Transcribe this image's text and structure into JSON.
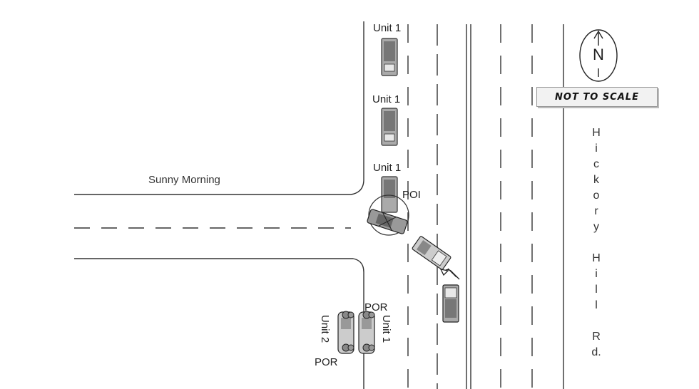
{
  "labels": {
    "unit1_a": "Unit 1",
    "unit1_b": "Unit 1",
    "unit1_c": "Unit 1",
    "poi": "POI",
    "por_unit1": "POR",
    "unit1_rest": "Unit 1",
    "unit2_rest": "Unit 2",
    "por_unit2": "POR"
  },
  "streets": {
    "horizontal": "Sunny Morning",
    "vertical_letters": [
      "H",
      "i",
      "c",
      "k",
      "o",
      "r",
      "y",
      "",
      "H",
      "i",
      "l",
      "l",
      "",
      "R",
      "d."
    ]
  },
  "legend": {
    "north_letter": "N",
    "scale_note": "NOT TO SCALE"
  }
}
